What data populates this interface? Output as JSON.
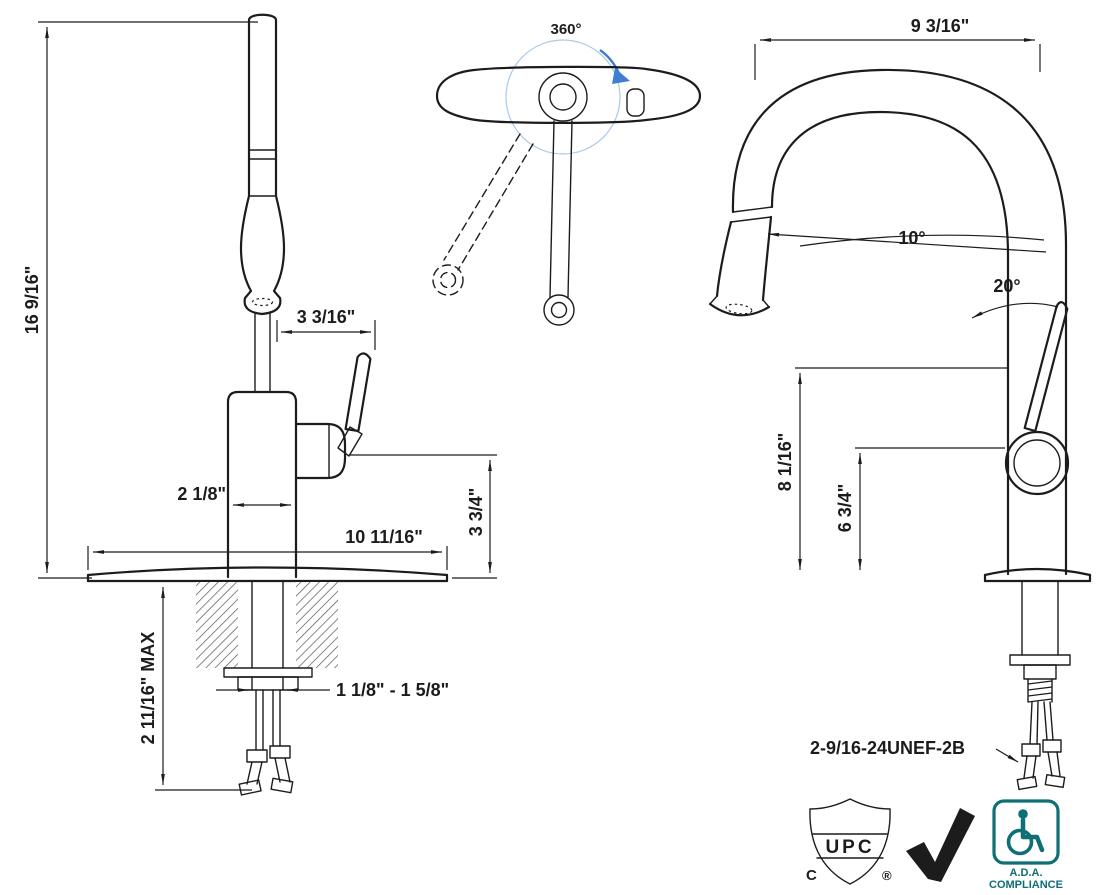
{
  "colors": {
    "line": "#1c1c1c",
    "accent_blue": "#3f7ed0",
    "light_blue": "#aac8e8",
    "ada_teal": "#0e6f75"
  },
  "front_view": {
    "overall_height": "16 9/16\"",
    "spout_to_handle": "3 3/16\"",
    "body_width": "2 1/8\"",
    "aerator_height": "3 3/4\"",
    "deck_plate_width": "10 11/16\"",
    "max_counter_thickness": "2 11/16\" MAX",
    "hole_diameter_range": "1 1/8\" - 1 5/8\""
  },
  "top_view": {
    "swivel_angle": "360°"
  },
  "side_view": {
    "spout_reach": "9 3/16\"",
    "spray_angle": "10°",
    "handle_angle": "20°",
    "spout_height": "8 1/16\"",
    "hub_height": "6 3/4\"",
    "shank_thread": "2-9/16-24UNEF-2B"
  },
  "certifications": {
    "upc": {
      "label": "UPC",
      "left_mark": "C",
      "right_mark": "®"
    },
    "ada": {
      "line1": "A.D.A.",
      "line2": "COMPLIANCE"
    }
  }
}
